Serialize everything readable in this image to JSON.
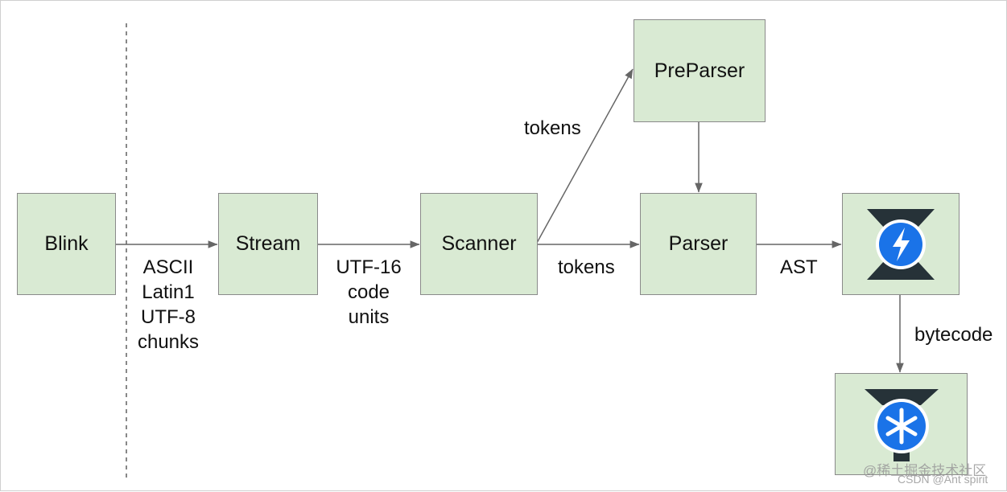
{
  "nodes": {
    "blink": "Blink",
    "stream": "Stream",
    "scanner": "Scanner",
    "preparser": "PreParser",
    "parser": "Parser",
    "ignition": "ignition-icon",
    "turbofan": "turbofan-icon"
  },
  "edges": {
    "blink_to_stream": [
      "ASCII",
      "Latin1",
      "UTF-8",
      "chunks"
    ],
    "stream_to_scanner": [
      "UTF-16",
      "code",
      "units"
    ],
    "scanner_to_preparser": "tokens",
    "scanner_to_parser": "tokens",
    "parser_to_ignition": "AST",
    "ignition_to_turbofan": "bytecode"
  },
  "watermark": {
    "line1": "@稀土掘金技术社区",
    "line2": "CSDN @Ant spirit"
  },
  "colors": {
    "box_fill": "#d9ead3",
    "box_border": "#8a8a8a",
    "arrow": "#666666",
    "icon_blue": "#1a73e8",
    "icon_dark": "#263238"
  }
}
